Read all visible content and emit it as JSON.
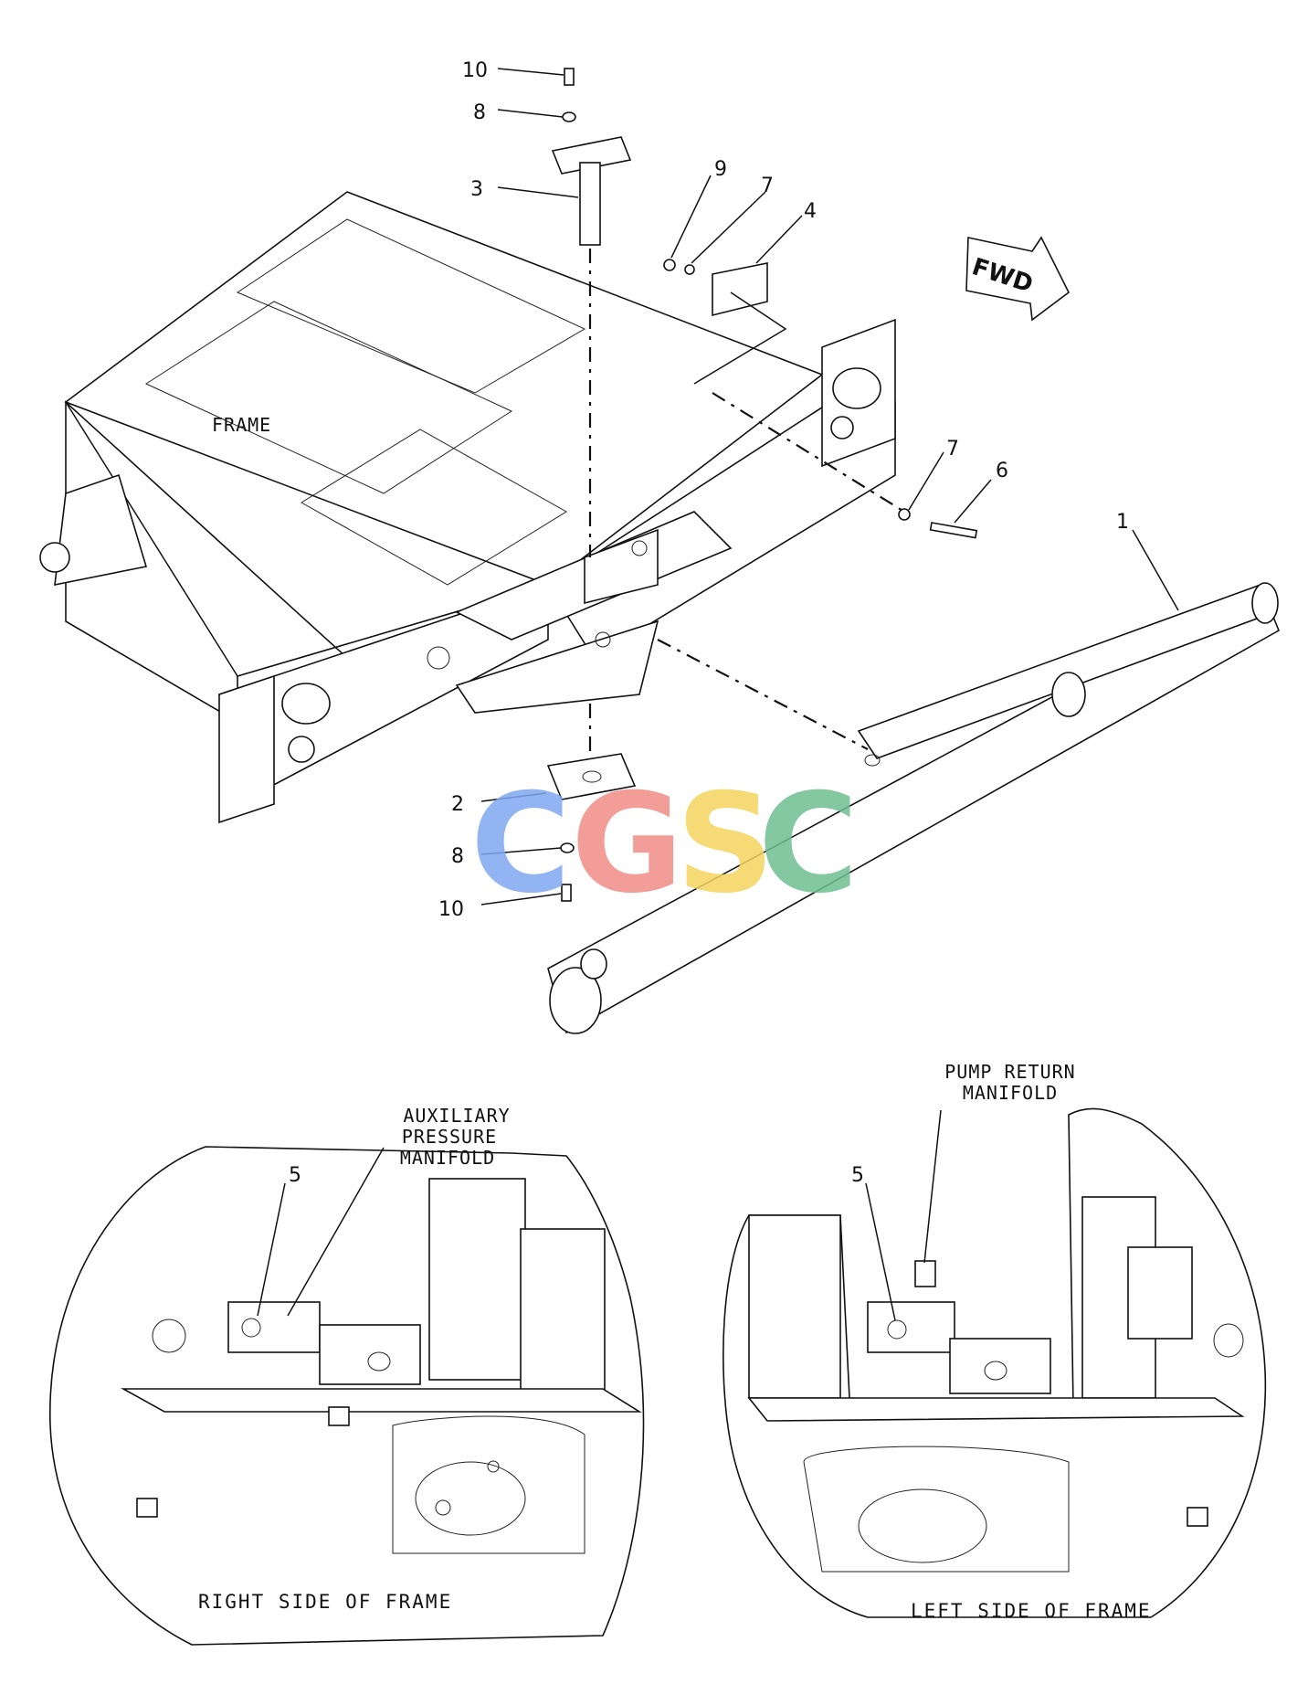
{
  "main_view": {
    "frame_label": "FRAME",
    "direction_label": "FWD",
    "callouts": {
      "c10_top": "10",
      "c8_top": "8",
      "c3": "3",
      "c9": "9",
      "c7_top": "7",
      "c4": "4",
      "c7_mid": "7",
      "c6": "6",
      "c1": "1",
      "c2": "2",
      "c8_bottom": "8",
      "c10_bottom": "10"
    }
  },
  "right_detail": {
    "manifold_label_lines": [
      "AUXILIARY",
      "PRESSURE",
      "MANIFOLD"
    ],
    "callout": "5",
    "caption": "RIGHT SIDE OF FRAME"
  },
  "left_detail": {
    "manifold_label_lines": [
      "PUMP RETURN",
      "MANIFOLD"
    ],
    "callout": "5",
    "caption": "LEFT SIDE OF FRAME"
  },
  "watermark": {
    "letters": [
      "C",
      "G",
      "S",
      "C"
    ],
    "colors": [
      "#7fa8f2",
      "#f08d86",
      "#f4d45e",
      "#6fbf91"
    ]
  }
}
